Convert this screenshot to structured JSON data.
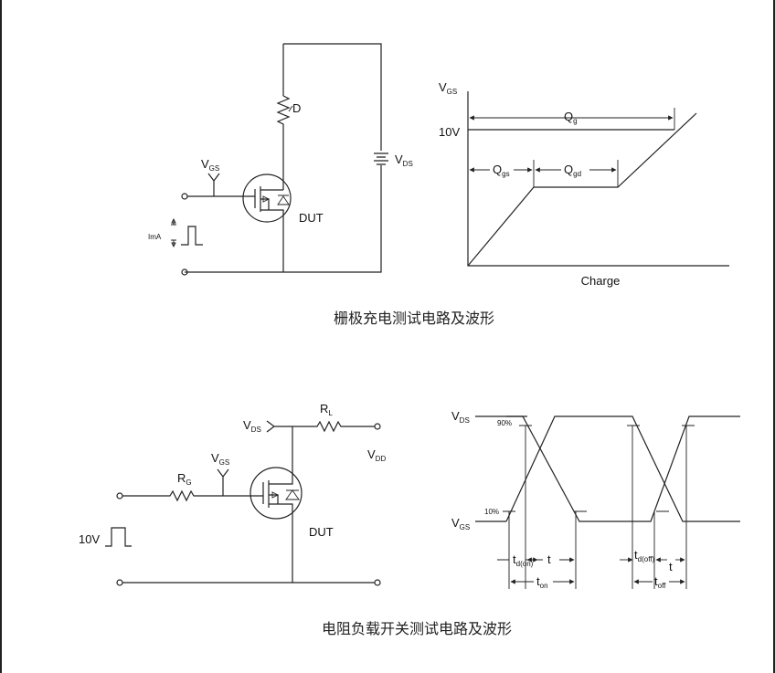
{
  "circuit1": {
    "vgs_main": "V",
    "vgs_sub": "GS",
    "rd_label": "D",
    "vds_main": "V",
    "vds_sub": "DS",
    "dut": "DUT",
    "ima": "ImA",
    "caption": "栅极充电测试电路及波形"
  },
  "gate_charge": {
    "vgs_main": "V",
    "vgs_sub": "GS",
    "level": "10V",
    "qg_main": "Q",
    "qg_sub": "g",
    "qgs_main": "Q",
    "qgs_sub": "gs",
    "qgd_main": "Q",
    "qgd_sub": "gd",
    "xlabel": "Charge"
  },
  "circuit2": {
    "vds_main": "V",
    "vds_sub": "DS",
    "rl_main": "R",
    "rl_sub": "L",
    "vdd_main": "V",
    "vdd_sub": "DD",
    "vgs_main": "V",
    "vgs_sub": "GS",
    "rg_main": "R",
    "rg_sub": "G",
    "dut": "DUT",
    "pulse": "10V",
    "caption": "电阻负载开关测试电路及波形"
  },
  "switching": {
    "vds_main": "V",
    "vds_sub": "DS",
    "vgs_main": "V",
    "vgs_sub": "GS",
    "p90": "90%",
    "p10": "10%",
    "tdon_main": "t",
    "tdon_sub": "d(on)",
    "tr": "t",
    "ton_main": "t",
    "ton_sub": "on",
    "tdoff_main": "t",
    "tdoff_sub": "d(off)",
    "tf": "t",
    "toff_main": "t",
    "toff_sub": "off"
  }
}
